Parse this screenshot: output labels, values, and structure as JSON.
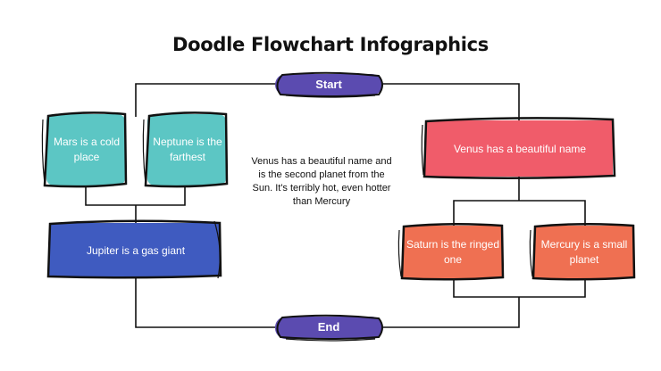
{
  "title": "Doodle Flowchart Infographics",
  "start_label": "Start",
  "end_label": "End",
  "left_boxes": {
    "mars": "Mars is a cold place",
    "neptune": "Neptune is the farthest",
    "jupiter": "Jupiter is a gas giant"
  },
  "right_boxes": {
    "venus": "Venus has a beautiful name",
    "saturn": "Saturn is the ringed one",
    "mercury": "Mercury is a small planet"
  },
  "description": "Venus has a beautiful name and is the second planet from the Sun. It's terribly hot, even hotter than Mercury",
  "colors": {
    "teal": "#5cc6c4",
    "blue": "#3f5bc0",
    "red": "#f05c6a",
    "orange": "#ef7052",
    "purple": "#5b4bb0",
    "outline": "#111111"
  }
}
